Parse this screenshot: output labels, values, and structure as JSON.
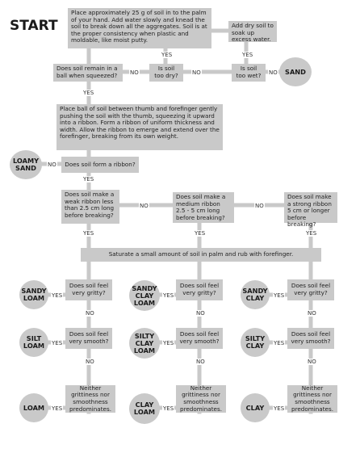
{
  "start": "START",
  "steps": {
    "intro": "Place approximately 25 g of soil in to the palm of your hand. Add water slowly and knead the soil to break down all the aggregates. Soil is at the proper consistency when plastic and moldable, like moist putty.",
    "add_dry_soil": "Add dry soil to soak up excess water.",
    "ball_question": "Does soil remain in a ball when squeezed?",
    "too_dry": "Is soil too dry?",
    "too_wet": "Is soil too wet?",
    "ribbon_instructions": "Place ball of soil between thumb and forefinger gently pushing the soil with the thumb, squeezing it upward into a ribbon. Form a ribbon of uniform thickness and width. Allow the ribbon to emerge and extend over the forefinger, breaking from its own weight.",
    "form_ribbon": "Does soil form a ribbon?",
    "weak_ribbon": "Does soil make a weak ribbon less than 2.5 cm long before breaking?",
    "medium_ribbon": "Does soil make a medium ribbon 2.5 - 5 cm long before breaking?",
    "strong_ribbon": "Does soil make a strong ribbon 5 cm or longer before breaking?",
    "saturate": "Saturate a small amount of soil in palm and rub with forefinger.",
    "gritty": "Does soil feel very gritty?",
    "smooth": "Does soil feel very smooth?",
    "neither": "Neither grittiness nor smoothness predominates."
  },
  "outcomes": {
    "sand": "SAND",
    "loamy_sand": "LOAMY\nSAND",
    "sandy_loam": "SANDY\nLOAM",
    "silt_loam": "SILT\nLOAM",
    "loam": "LOAM",
    "sandy_clay_loam": "SANDY\nCLAY\nLOAM",
    "silty_clay_loam": "SILTY\nCLAY\nLOAM",
    "clay_loam": "CLAY\nLOAM",
    "sandy_clay": "SANDY\nCLAY",
    "silty_clay": "SILTY\nCLAY",
    "clay": "CLAY"
  },
  "answers": {
    "yes": "YES",
    "no": "NO"
  }
}
